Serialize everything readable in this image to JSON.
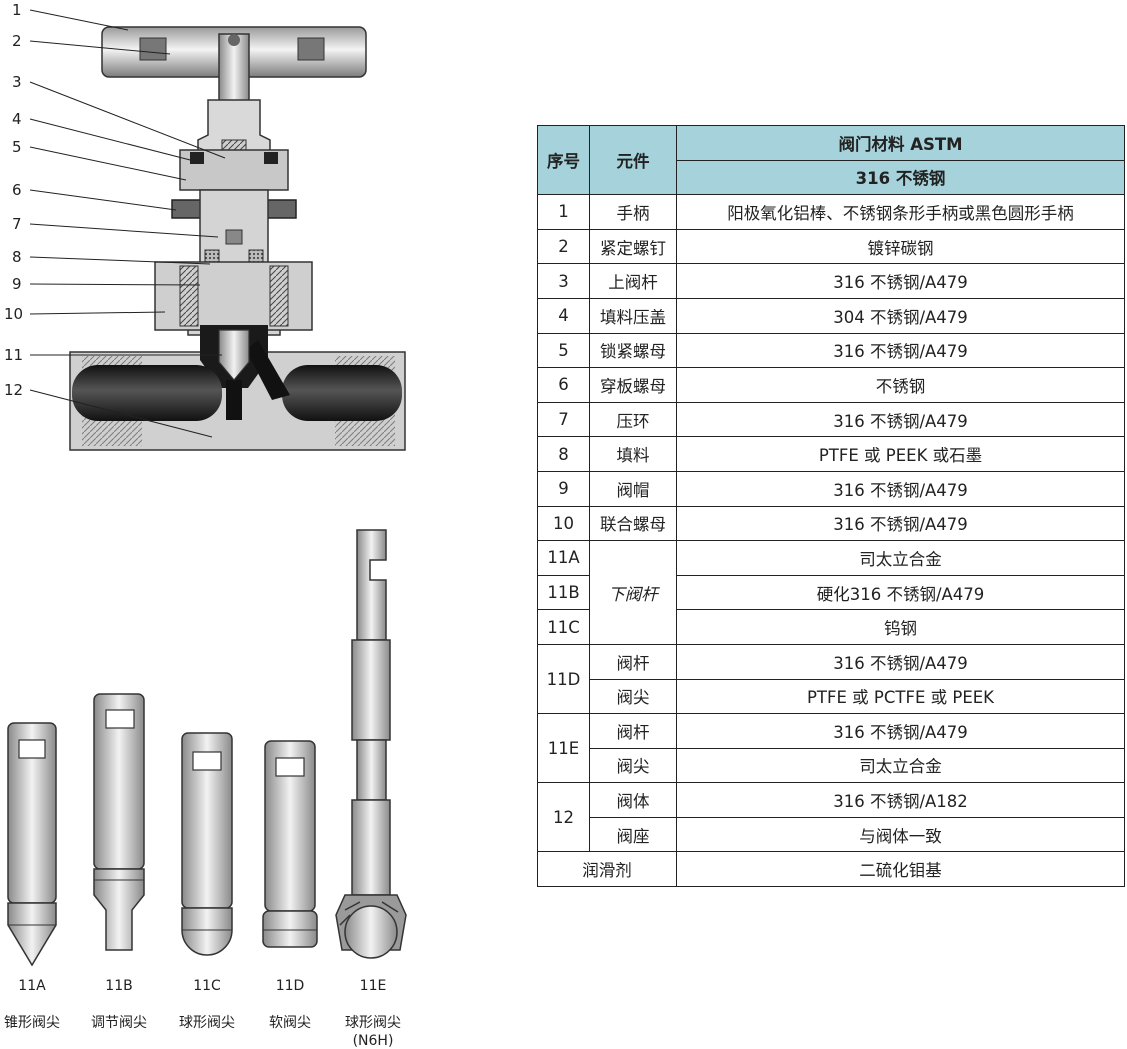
{
  "callouts": [
    "1",
    "2",
    "3",
    "4",
    "5",
    "6",
    "7",
    "8",
    "9",
    "10",
    "11",
    "12"
  ],
  "stem_tips": [
    {
      "code": "11A",
      "name": "锥形阀尖",
      "name2": ""
    },
    {
      "code": "11B",
      "name": "调节阀尖",
      "name2": ""
    },
    {
      "code": "11C",
      "name": "球形阀尖",
      "name2": ""
    },
    {
      "code": "11D",
      "name": "软阀尖",
      "name2": ""
    },
    {
      "code": "11E",
      "name": "球形阀尖",
      "name2": "(N6H)"
    }
  ],
  "table": {
    "header": {
      "no": "序号",
      "part": "元件",
      "material_title": "阀门材料 ASTM",
      "grade": "316 不锈钢"
    },
    "rows": [
      {
        "no": "1",
        "part": "手柄",
        "material": "阳极氧化铝棒、不锈钢条形手柄或黑色圆形手柄"
      },
      {
        "no": "2",
        "part": "紧定螺钉",
        "material": "镀锌碳钢"
      },
      {
        "no": "3",
        "part": "上阀杆",
        "material": "316 不锈钢/A479"
      },
      {
        "no": "4",
        "part": "填料压盖",
        "material": "304 不锈钢/A479"
      },
      {
        "no": "5",
        "part": "锁紧螺母",
        "material": "316 不锈钢/A479"
      },
      {
        "no": "6",
        "part": "穿板螺母",
        "material": "不锈钢"
      },
      {
        "no": "7",
        "part": "压环",
        "material": "316 不锈钢/A479"
      },
      {
        "no": "8",
        "part": "填料",
        "material": "PTFE 或 PEEK 或石墨"
      },
      {
        "no": "9",
        "part": "阀帽",
        "material": "316 不锈钢/A479"
      },
      {
        "no": "10",
        "part": "联合螺母",
        "material": "316 不锈钢/A479"
      }
    ],
    "lower_stem": {
      "part": "下阀杆",
      "rows": [
        {
          "no": "11A",
          "material": "司太立合金"
        },
        {
          "no": "11B",
          "material": "硬化316 不锈钢/A479"
        },
        {
          "no": "11C",
          "material": "钨钢"
        }
      ]
    },
    "row_11d": {
      "no": "11D",
      "stem_part": "阀杆",
      "stem_material": "316 不锈钢/A479",
      "tip_part": "阀尖",
      "tip_material": "PTFE 或 PCTFE 或 PEEK"
    },
    "row_11e": {
      "no": "11E",
      "stem_part": "阀杆",
      "stem_material": "316 不锈钢/A479",
      "tip_part": "阀尖",
      "tip_material": "司太立合金"
    },
    "row_12": {
      "no": "12",
      "body_part": "阀体",
      "body_material": "316 不锈钢/A182",
      "seat_part": "阀座",
      "seat_material": "与阀体一致"
    },
    "lubricant": {
      "part": "润滑剂",
      "material": "二硫化钼基"
    }
  }
}
